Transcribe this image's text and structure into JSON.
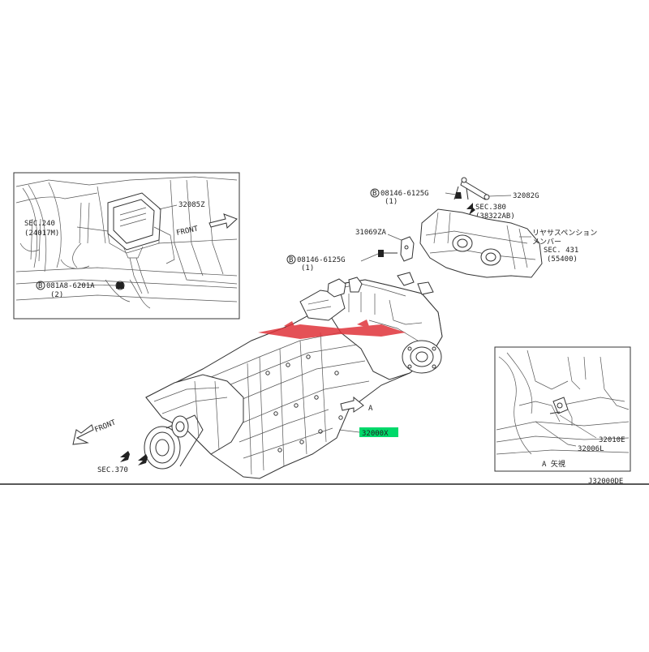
{
  "colors": {
    "line": "#333333",
    "highlight": "#00d96a",
    "watermark": "#e0333a",
    "background": "#ffffff"
  },
  "labels": {
    "part_32085z": "32085Z",
    "sec240_top": "SEC.240",
    "sec240_bottom": "(24017M)",
    "front_inset": "FRONT",
    "bolt_081a8": "081A8-6201A",
    "bolt_081a8_qty": "(2)",
    "bolt_top": "08146-6125G",
    "bolt_top_qty": "(1)",
    "part_32082g": "32082G",
    "sec380_top": "SEC.380",
    "sec380_bottom": "(38322AB)",
    "part_31069za": "31069ZA",
    "bolt_mid": "08146-6125G",
    "bolt_mid_qty": "(1)",
    "rear_susp_jp_1": "リヤサスペンション",
    "rear_susp_jp_2": "メンバー",
    "sec431_top": "SEC. 431",
    "sec431_bottom": "(55400)",
    "arrow_a": "A",
    "part_32000x": "32000X",
    "front_main": "FRONT",
    "sec370": "SEC.370",
    "part_32010e": "32010E",
    "part_32006l": "32006L",
    "view_a": "A 矢視",
    "diagram_id": "J32000DE",
    "bolt_marker": "B"
  },
  "icons": [
    "hollow-arrow-icon",
    "solid-arrow-icon",
    "bolt-marker-icon",
    "brand-logo-watermark"
  ]
}
